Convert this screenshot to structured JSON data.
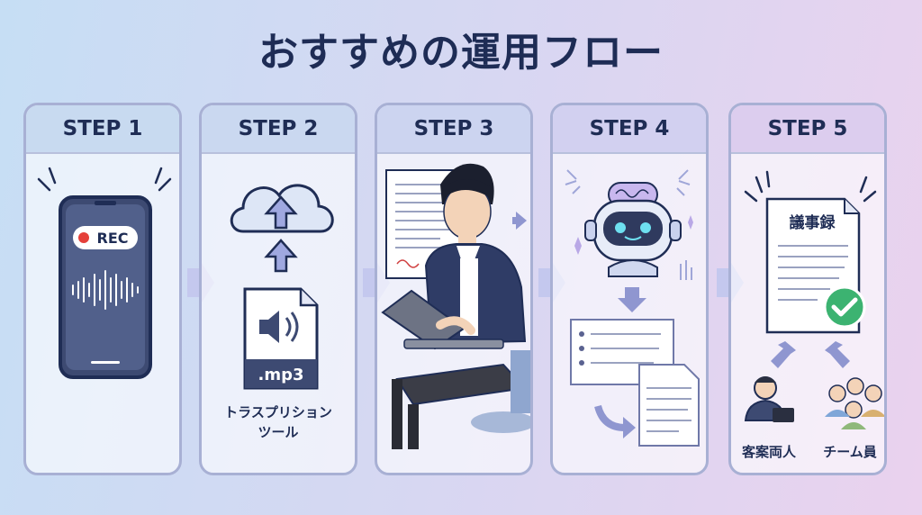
{
  "title": "おすすめの運用フロー",
  "steps": [
    {
      "label": "STEP 1",
      "badge": "REC"
    },
    {
      "label": "STEP 2",
      "file_ext": ".mp3",
      "caption_line1": "トラスプリション",
      "caption_line2": "ツール"
    },
    {
      "label": "STEP 3"
    },
    {
      "label": "STEP 4"
    },
    {
      "label": "STEP 5",
      "doc_title": "議事録",
      "recipient1": "客案両人",
      "recipient2": "チーム員"
    }
  ],
  "colors": {
    "title": "#1e2c55",
    "card_border": "#a8b0d4",
    "step1_head": "#c8daf0",
    "step2_head": "#cad8f0",
    "step3_head": "#ccd4f0",
    "step4_head": "#d2d0f0",
    "step5_head": "#dccdee",
    "arrow": "#c4c8ee",
    "accent_green": "#3cb371",
    "rec_red": "#e5403a"
  },
  "icons": [
    "smartphone-icon",
    "cloud-upload-icon",
    "audio-file-icon",
    "person-laptop-illustration",
    "robot-ai-icon",
    "document-icon",
    "checkmark-icon",
    "client-icon",
    "team-icon"
  ]
}
